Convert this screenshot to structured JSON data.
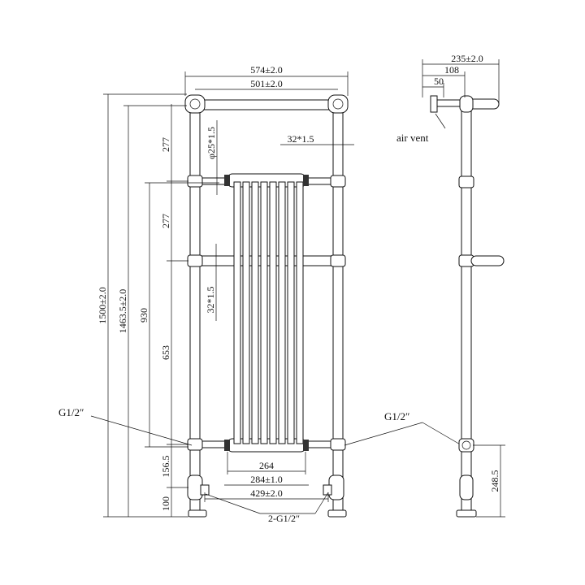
{
  "colors": {
    "ink": "#111111",
    "paper": "#ffffff"
  },
  "dimensions": {
    "overall_width": "574±2.0",
    "rail_width": "501±2.0",
    "top_gap": "277",
    "mid_gap": "277",
    "lower_gap": "653",
    "bottom_gap": "156.5",
    "floor_gap": "100",
    "total_height": "1500±2.0",
    "pipe_height": "1463.5±2.0",
    "radiator_height": "930",
    "rail_diameter": "φ25*1.5",
    "upright_tube_top": "32*1.5",
    "upright_tube_mid": "32*1.5",
    "radiator_inner_width": "264",
    "radiator_outer_width": "284±1.0",
    "connection_width": "429±2.0",
    "side_depth": "235±2.0",
    "side_offset_a": "108",
    "side_offset_b": "50",
    "side_inlet_height": "248.5"
  },
  "labels": {
    "air_vent": "air vent",
    "thread_left": "G1/2″",
    "thread_right": "G1/2″",
    "thread_bottom": "2-G1/2″"
  }
}
